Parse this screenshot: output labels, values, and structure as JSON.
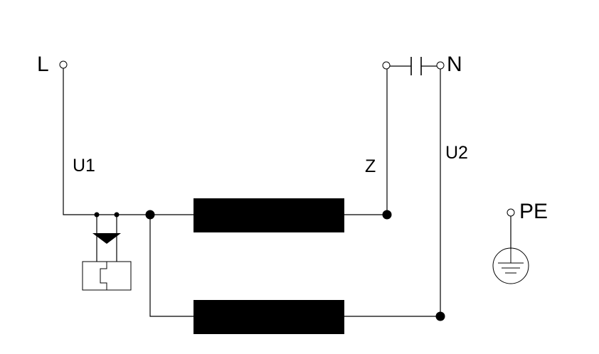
{
  "labels": {
    "line": "L",
    "neutral": "N",
    "earth": "PE",
    "winding_u1": "U1",
    "winding_u2": "U2",
    "winding_z": "Z"
  },
  "colors": {
    "ink": "#000000",
    "background": "#ffffff"
  },
  "icons": {
    "protector": "thermal-protector-icon",
    "earth": "ground-symbol-icon",
    "capacitor": "capacitor-icon"
  }
}
